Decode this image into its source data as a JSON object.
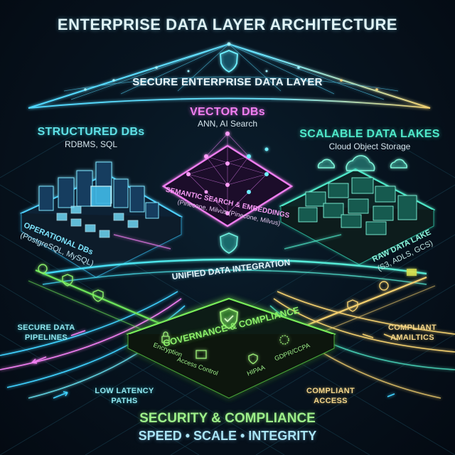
{
  "title": "ENTERPRISE DATA LAYER ARCHITECTURE",
  "roof": {
    "label": "SECURE ENTERPRISE DATA LAYER",
    "icon": "shield-icon"
  },
  "sections": {
    "structured": {
      "title": "STRUCTURED DBs",
      "subtitle": "RDBMS, SQL",
      "platform_label": "OPERATIONAL DBs",
      "platform_sub": "(PostgreSQL, MySQL)",
      "color": "#5fe0e6"
    },
    "vector": {
      "title": "VECTOR DBs",
      "subtitle": "ANN, AI Search",
      "platform_label": "SEMANTIC SEARCH & EMBEDDINGS",
      "platform_sub": "(Pinecone, Milvus (Pinecone, Milvus)",
      "color": "#f07ef0"
    },
    "lakes": {
      "title": "SCALABLE DATA LAKES",
      "subtitle": "Cloud Object Storage",
      "platform_label": "RAW DATA LAKE",
      "platform_sub": "(S3, ADLS, GCS)",
      "color": "#4fe8c8"
    }
  },
  "integration": {
    "label": "UNIFIED DATA INTEGRATION",
    "icon": "shield-icon"
  },
  "governance": {
    "label": "GOVERNANCE & COMPLIANCE",
    "icon": "shield-check-icon",
    "items": [
      {
        "label": "Encryption",
        "icon": "lock-icon"
      },
      {
        "label": "Access Control",
        "icon": "access-card-icon"
      },
      {
        "label": "HIPAA",
        "icon": "shield-icon"
      },
      {
        "label": "GDPR/CCPA",
        "icon": "eu-stars-icon"
      }
    ],
    "color": "#8cf06a"
  },
  "side_labels": {
    "secure_pipelines": [
      "SECURE DATA",
      "PIPELINES"
    ],
    "low_latency": [
      "LOW LATENCY",
      "PATHS"
    ],
    "compliant_analytics": [
      "COMPLIANT",
      "AMAILTICS"
    ],
    "compliant_access": [
      "COMPLIANT",
      "ACCESS"
    ]
  },
  "footer": {
    "line1": "SECURITY & COMPLIANCE",
    "line2": "SPEED • SCALE • INTEGRITY"
  },
  "colors": {
    "background": "#061220",
    "cyan": "#5fe0e6",
    "pink": "#f07ef0",
    "teal": "#4fe8c8",
    "green": "#8cf06a",
    "gold": "#f3d58a"
  }
}
